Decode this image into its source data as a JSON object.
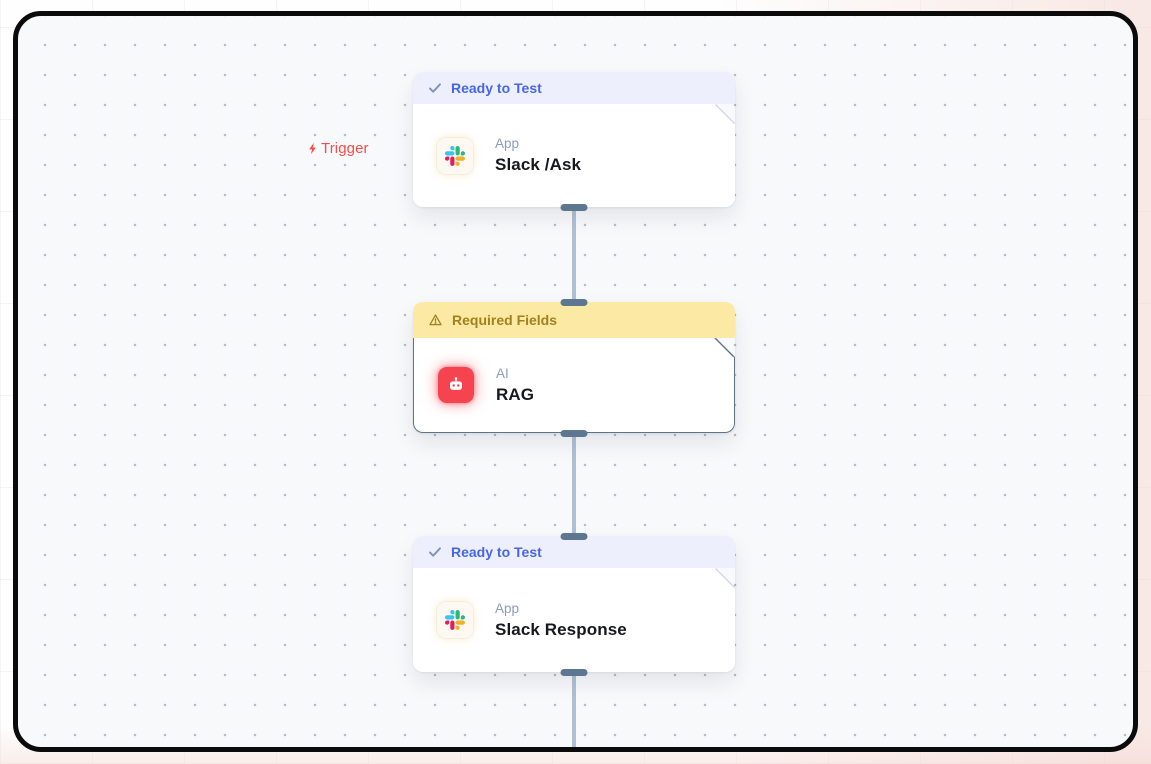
{
  "canvas": {
    "trigger_badge": {
      "label": "Trigger",
      "icon": "lightning-bolt-icon",
      "color": "#f84b4b"
    },
    "nodes": [
      {
        "status_banner": {
          "label": "Ready to Test",
          "state": "ready",
          "icon": "checkmark-icon",
          "text_color": "#4766e0",
          "bg_color": "#edf0fc"
        },
        "category": "App",
        "title": "Slack /Ask",
        "icon": "slack-icon",
        "role": "trigger"
      },
      {
        "status_banner": {
          "label": "Required Fields",
          "state": "warning",
          "icon": "warning-triangle-icon",
          "text_color": "#a2811d",
          "bg_color": "#fbe9a4"
        },
        "category": "AI",
        "title": "RAG",
        "icon": "robot-icon",
        "selected": true
      },
      {
        "status_banner": {
          "label": "Ready to Test",
          "state": "ready",
          "icon": "checkmark-icon",
          "text_color": "#4766e0",
          "bg_color": "#edf0fc"
        },
        "category": "App",
        "title": "Slack Response",
        "icon": "slack-icon"
      }
    ],
    "edges": [
      {
        "from": "Slack /Ask",
        "to": "RAG"
      },
      {
        "from": "RAG",
        "to": "Slack Response"
      },
      {
        "from": "Slack Response",
        "to": ""
      }
    ],
    "colors": {
      "canvas_bg": "#f8f9fb",
      "frame_border": "#0b0b0c",
      "connector_line": "#aec1d4",
      "connector_handle": "#5e7790",
      "selected_node_border": "#5f7288",
      "ai_icon_bg": "#f5434f",
      "slack_brand": [
        "#36C5F0",
        "#2EB67D",
        "#ECB22E",
        "#E01E5A"
      ]
    }
  }
}
